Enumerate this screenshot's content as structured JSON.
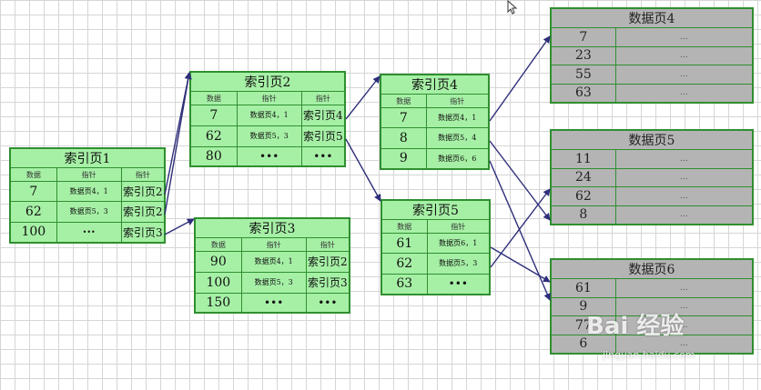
{
  "index_pages": [
    {
      "id": "idx1",
      "title": "索引页1",
      "header": [
        "数据",
        "指针",
        "指针"
      ],
      "rows": [
        [
          "7",
          "数据页4，1",
          "索引页2"
        ],
        [
          "62",
          "数据页5，3",
          "索引页2"
        ],
        [
          "100",
          "•••",
          "索引页3"
        ]
      ]
    },
    {
      "id": "idx2",
      "title": "索引页2",
      "header": [
        "数据",
        "指针",
        "指针"
      ],
      "rows": [
        [
          "7",
          "数据页4，1",
          "索引页4"
        ],
        [
          "62",
          "数据页5，3",
          "索引页5"
        ],
        [
          "80",
          "•••",
          "•••"
        ]
      ]
    },
    {
      "id": "idx3",
      "title": "索引页3",
      "header": [
        "数据",
        "指针",
        "指针"
      ],
      "rows": [
        [
          "90",
          "数据页4，1",
          "索引页2"
        ],
        [
          "100",
          "数据页5，3",
          "索引页3"
        ],
        [
          "150",
          "•••",
          "•••"
        ]
      ]
    },
    {
      "id": "idx4",
      "title": "索引页4",
      "header": [
        "数据",
        "指针"
      ],
      "rows": [
        [
          "7",
          "数据页4，1"
        ],
        [
          "8",
          "数据页5，4"
        ],
        [
          "9",
          "数据页6，6"
        ]
      ]
    },
    {
      "id": "idx5",
      "title": "索引页5",
      "header": [
        "数据",
        "指针"
      ],
      "rows": [
        [
          "61",
          "数据页6，1"
        ],
        [
          "62",
          "数据页5，3"
        ],
        [
          "63",
          "•••"
        ]
      ]
    }
  ],
  "data_pages": [
    {
      "id": "dp4",
      "title": "数据页4",
      "rows": [
        [
          "7",
          "..."
        ],
        [
          "23",
          "..."
        ],
        [
          "55",
          "..."
        ],
        [
          "63",
          "..."
        ]
      ]
    },
    {
      "id": "dp5",
      "title": "数据页5",
      "rows": [
        [
          "11",
          "..."
        ],
        [
          "24",
          "..."
        ],
        [
          "62",
          "..."
        ],
        [
          "8",
          "..."
        ]
      ]
    },
    {
      "id": "dp6",
      "title": "数据页6",
      "rows": [
        [
          "61",
          "..."
        ],
        [
          "9",
          "..."
        ],
        [
          "77",
          "..."
        ],
        [
          "6",
          "..."
        ]
      ]
    }
  ],
  "colors": {
    "index_fill": "#a6f0a6",
    "index_border": "#2f8f2f",
    "data_fill": "#b4b4b4",
    "arrow": "#2e2e7a"
  },
  "watermark": {
    "brand": "Bai 经验",
    "site": "jingyan.baidu.com"
  }
}
